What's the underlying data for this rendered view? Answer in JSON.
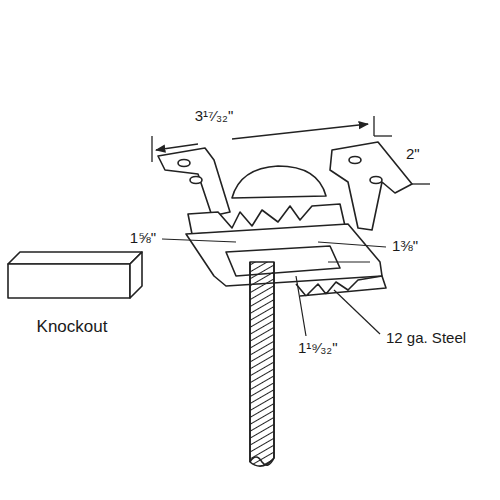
{
  "diagram": {
    "labels": [
      "3¹⁷⁄₃₂\"",
      "2\"",
      "1⅝\"",
      "1⅜\"",
      "12 ga. Steel",
      "1¹⁹⁄₃₂\"",
      "Knockout"
    ]
  }
}
